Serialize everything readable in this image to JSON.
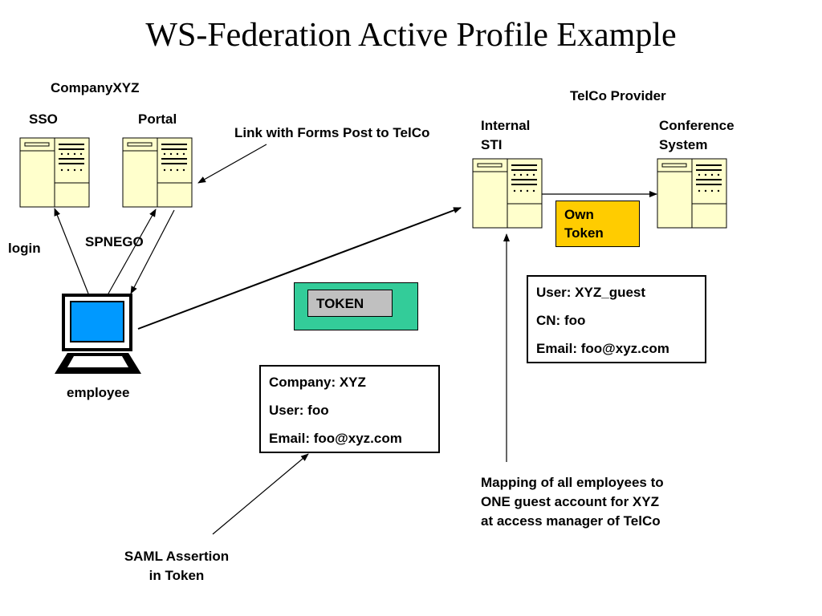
{
  "title": "WS-Federation Active Profile Example",
  "company": {
    "name": "CompanyXYZ",
    "sso_label": "SSO",
    "portal_label": "Portal"
  },
  "telco": {
    "name": "TelCo Provider",
    "sti_label": "Internal\nSTI",
    "conference_label": "Conference\nSystem"
  },
  "link_label": "Link with Forms Post to TelCo",
  "login_label": "login",
  "spnego_label": "SPNEGO",
  "employee_label": "employee",
  "token_label": "TOKEN",
  "own_token_label": "Own\nToken",
  "guest_box": [
    "User: XYZ_guest",
    "CN: foo",
    "Email: foo@xyz.com"
  ],
  "company_box": [
    "Company: XYZ",
    "User: foo",
    "Email: foo@xyz.com"
  ],
  "mapping_label": "Mapping of all employees to\nONE guest account for XYZ\nat access manager of TelCo",
  "saml_label": "SAML Assertion\nin Token",
  "colors": {
    "server_fill": "#ffffcc",
    "own_token": "#ffcc00",
    "token_outer": "#33cc99",
    "token_inner": "#c0c0c0",
    "screen": "#0099ff"
  }
}
